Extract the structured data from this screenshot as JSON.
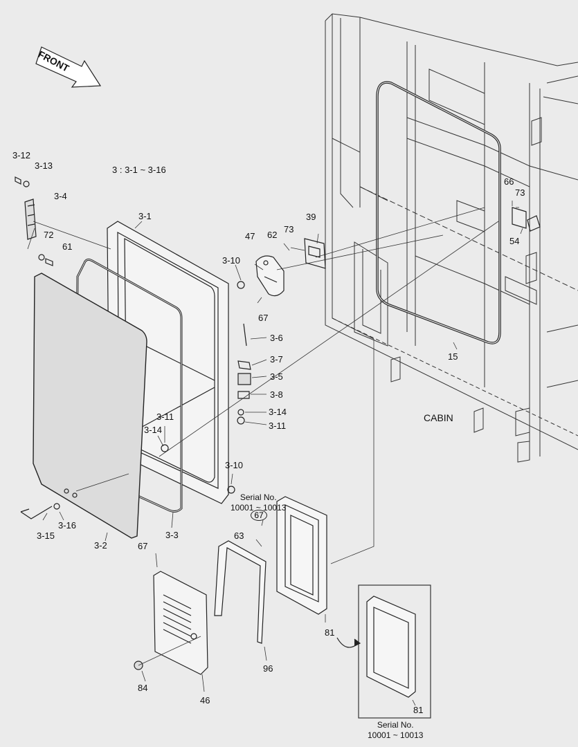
{
  "group_note": "3 : 3-1 ~ 3-16",
  "orientation": "FRONT",
  "cabin_label": "CABIN",
  "serial": {
    "top": {
      "line1": "Serial No.",
      "line2": "10001 ~ 10013"
    },
    "bottom": {
      "line1": "Serial No.",
      "line2": "10001 ~ 10013"
    }
  },
  "callouts": {
    "p3_12": "3-12",
    "p3_13": "3-13",
    "p3_4": "3-4",
    "p72": "72",
    "p61": "61",
    "p3_1": "3-1",
    "p3_10a": "3-10",
    "p3_10b": "3-10",
    "p47": "47",
    "p62": "62",
    "p73a": "73",
    "p39": "39",
    "p67a": "67",
    "p3_6": "3-6",
    "p3_7": "3-7",
    "p3_5": "3-5",
    "p3_8": "3-8",
    "p3_14a": "3-14",
    "p3_11a": "3-11",
    "p3_11b": "3-11",
    "p3_14b": "3-14",
    "p3_15": "3-15",
    "p3_16": "3-16",
    "p3_2": "3-2",
    "p3_3": "3-3",
    "p67b": "67",
    "p67c": "67",
    "p63": "63",
    "p81a": "81",
    "p81b": "81",
    "p96": "96",
    "p84": "84",
    "p46": "46",
    "p15": "15",
    "p66": "66",
    "p73b": "73",
    "p54": "54"
  }
}
